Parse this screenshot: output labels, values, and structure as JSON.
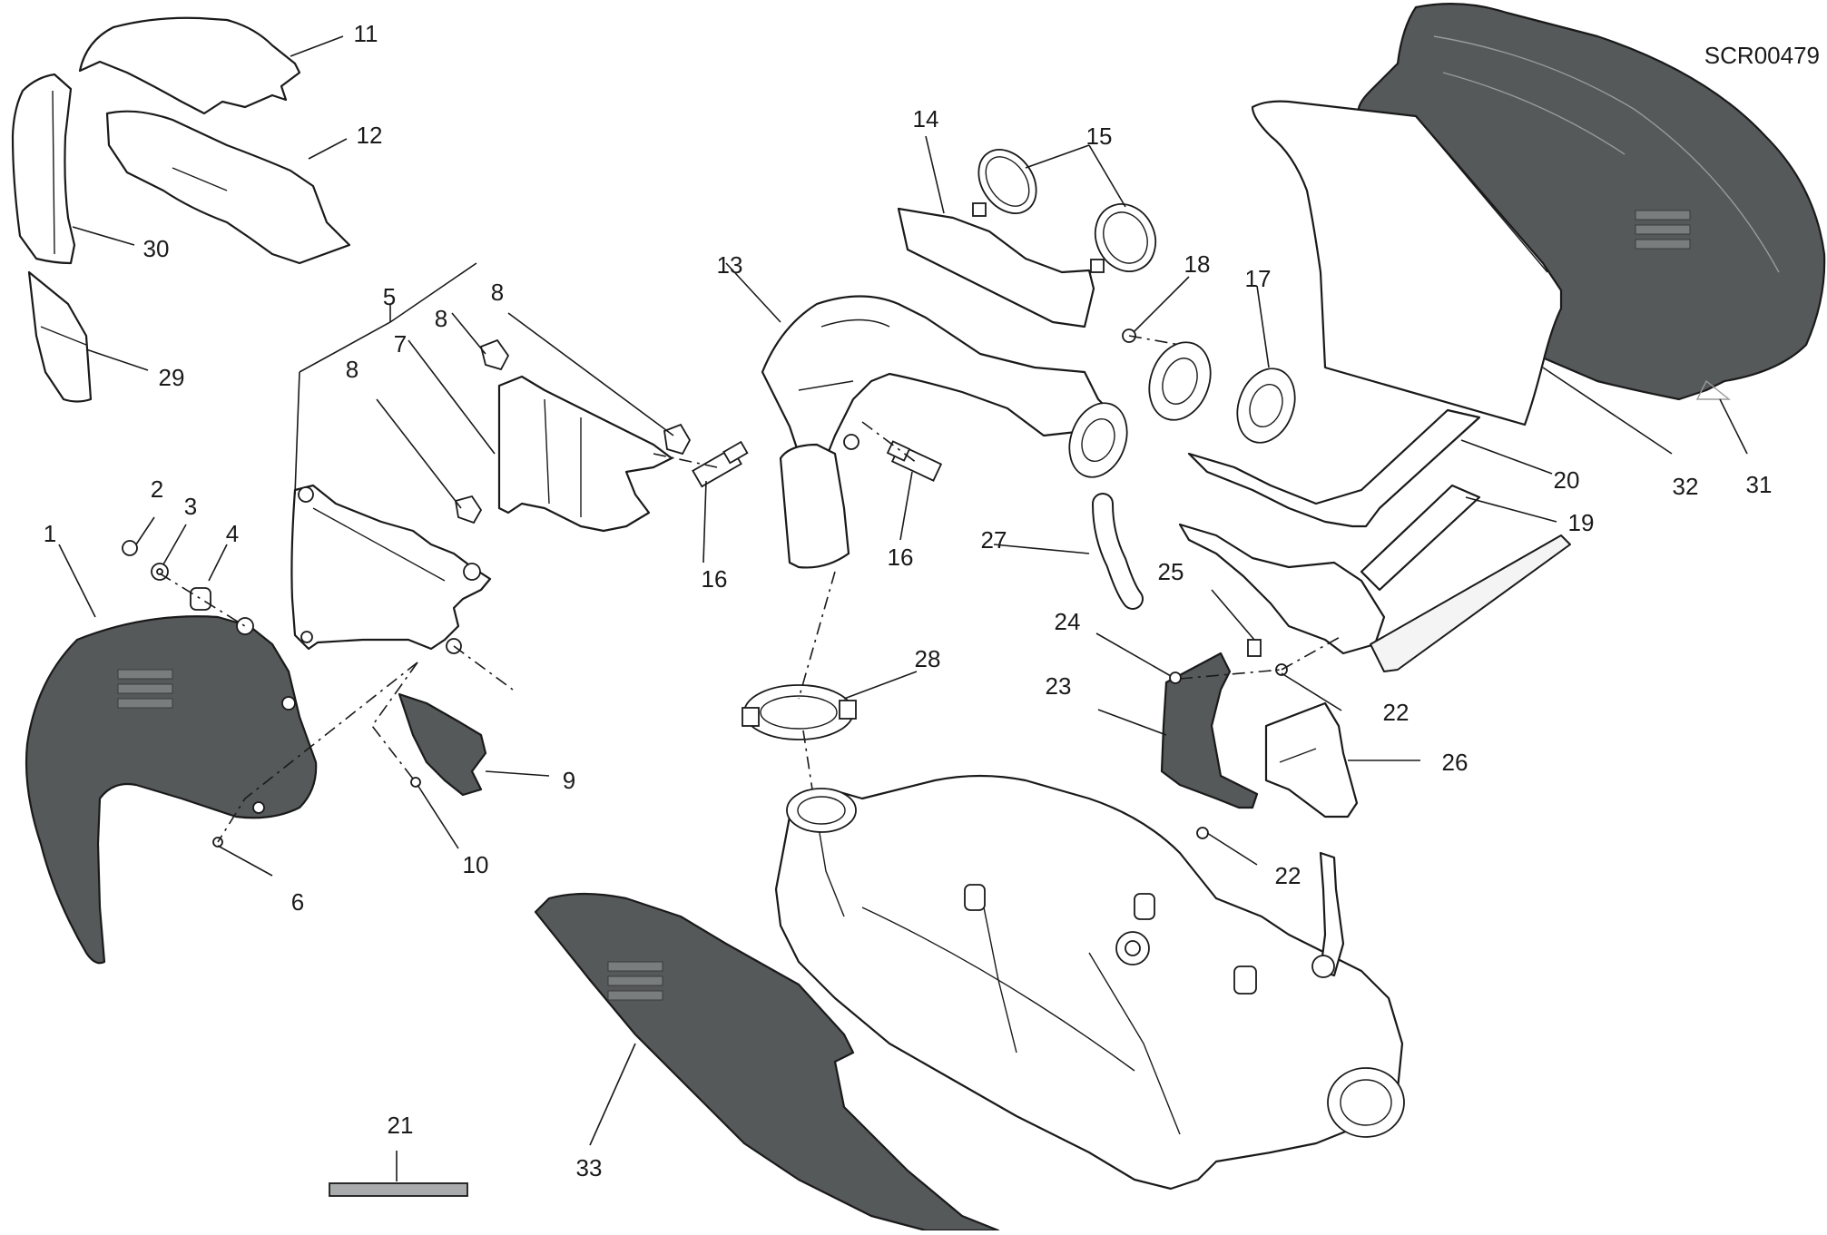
{
  "diagram": {
    "code": "SCR00479",
    "labels": [
      "1",
      "2",
      "3",
      "4",
      "5",
      "6",
      "7",
      "8",
      "8",
      "8",
      "9",
      "10",
      "11",
      "12",
      "13",
      "14",
      "15",
      "16",
      "16",
      "17",
      "18",
      "19",
      "20",
      "21",
      "22",
      "22",
      "23",
      "24",
      "25",
      "26",
      "27",
      "28",
      "29",
      "30",
      "31",
      "32",
      "33"
    ]
  },
  "colors": {
    "heat_shield": "#55595a",
    "outline": "#1a1a1a",
    "background": "#ffffff",
    "bar_21": "#a9abac"
  }
}
